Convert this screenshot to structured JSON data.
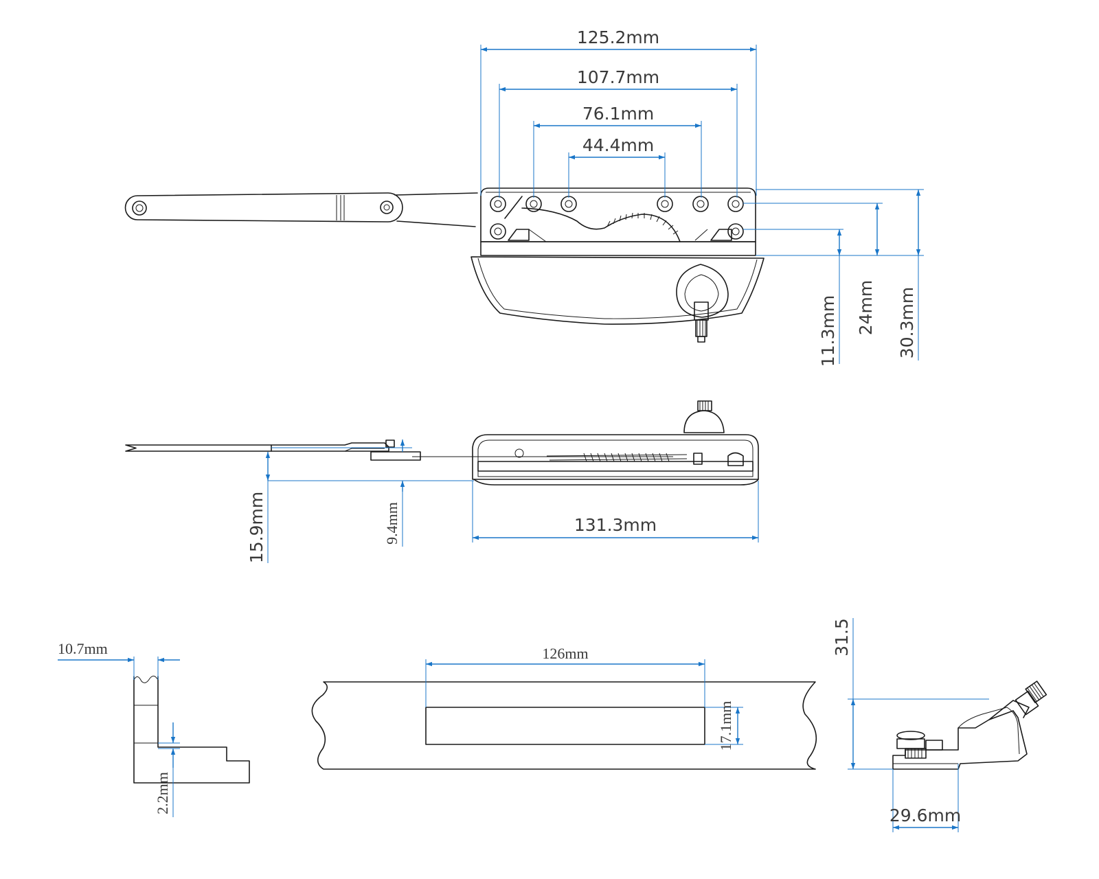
{
  "colors": {
    "dimension": "#1a76c8",
    "part_outline": "#1a1a1a",
    "text": "#3a3a3a",
    "background": "#ffffff"
  },
  "top_view": {
    "width_overall": "125.2mm",
    "hole_span_outer": "107.7mm",
    "hole_span_middle": "76.1mm",
    "hole_span_inner": "44.4mm",
    "height_small": "11.3mm",
    "height_mid": "24mm",
    "height_total": "30.3mm"
  },
  "side_view": {
    "arm_offset": "15.9mm",
    "arm_thickness": "9.4mm",
    "base_length": "131.3mm"
  },
  "cutout_view": {
    "corner_width": "10.7mm",
    "corner_step": "2.2mm",
    "slot_length": "126mm",
    "slot_width": "17.1mm"
  },
  "end_view": {
    "height": "31.5",
    "base_depth": "29.6mm"
  }
}
